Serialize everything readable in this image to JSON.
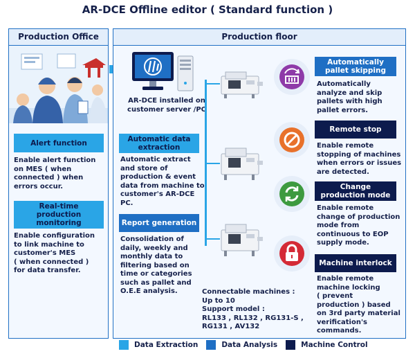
{
  "title": "AR-DCE Offline editor ( Standard function )",
  "office": {
    "header": "Production Office",
    "alert_label": "Alert function",
    "alert_desc": [
      "Enable alert function",
      "on MES ( when",
      "connected ) when",
      "errors occur."
    ],
    "monitor_label": [
      "Real-time",
      "production",
      "monitoring"
    ],
    "monitor_desc": [
      "Enable configuration",
      "to link machine to",
      "customer's MES",
      "( when connected )",
      "for data transfer."
    ]
  },
  "floor": {
    "header": "Production floor",
    "server_caption": [
      "AR-DCE installed on",
      "customer server /PC"
    ],
    "extract_label": [
      "Automatic data",
      "extraction"
    ],
    "extract_desc": [
      "Automatic extract",
      "and store of",
      "production & event",
      "data from machine to",
      "customer's AR-DCE",
      "PC."
    ],
    "report_label": "Report generation",
    "report_desc": [
      "Consolidation of",
      "daily, weekly and",
      "monthly data to",
      "filtering based on",
      "time or categories",
      "such as pallet and",
      "O.E.E analysis."
    ],
    "machines": [
      "Connectable machines :",
      "Up to 10",
      "Support model :",
      "RL133 , RL132 , RG131-S ,",
      "RG131 , AV132"
    ],
    "skip_label": [
      "Automatically",
      "pallet skipping"
    ],
    "skip_desc": [
      "Automatically",
      "analyze and skip",
      "pallets with high",
      "pallet errors."
    ],
    "stop_label": "Remote stop",
    "stop_desc": [
      "Enable remote",
      "stopping of machines",
      "when errors or issues",
      "are detected."
    ],
    "mode_label": [
      "Change",
      "production mode"
    ],
    "mode_desc": [
      "Enable remote",
      "change of production",
      "mode from",
      "continuous to EOP",
      "supply mode."
    ],
    "lock_label": "Machine interlock",
    "lock_desc": [
      "Enable remote",
      "machine locking",
      "( prevent",
      "production ) based",
      "on 3rd party material",
      "verification's",
      "commands."
    ]
  },
  "legend": {
    "items": [
      {
        "label": "Data Extraction",
        "color": "#2aa5e6"
      },
      {
        "label": "Data Analysis",
        "color": "#1f6fc4"
      },
      {
        "label": "Machine Control",
        "color": "#0d1b4d"
      }
    ]
  },
  "icons": [
    "pallet-skip-icon",
    "prohibit-icon",
    "refresh-icon",
    "padlock-icon",
    "monitor-icon",
    "server-tower-icon",
    "machine-icon"
  ],
  "colors": {
    "light": "#2aa5e6",
    "mid": "#1f6fc4",
    "dark": "#0d1b4d",
    "skip": "#8e3aa8",
    "stop": "#e8712b",
    "mode": "#3d9a3f",
    "lock": "#d42a36"
  }
}
